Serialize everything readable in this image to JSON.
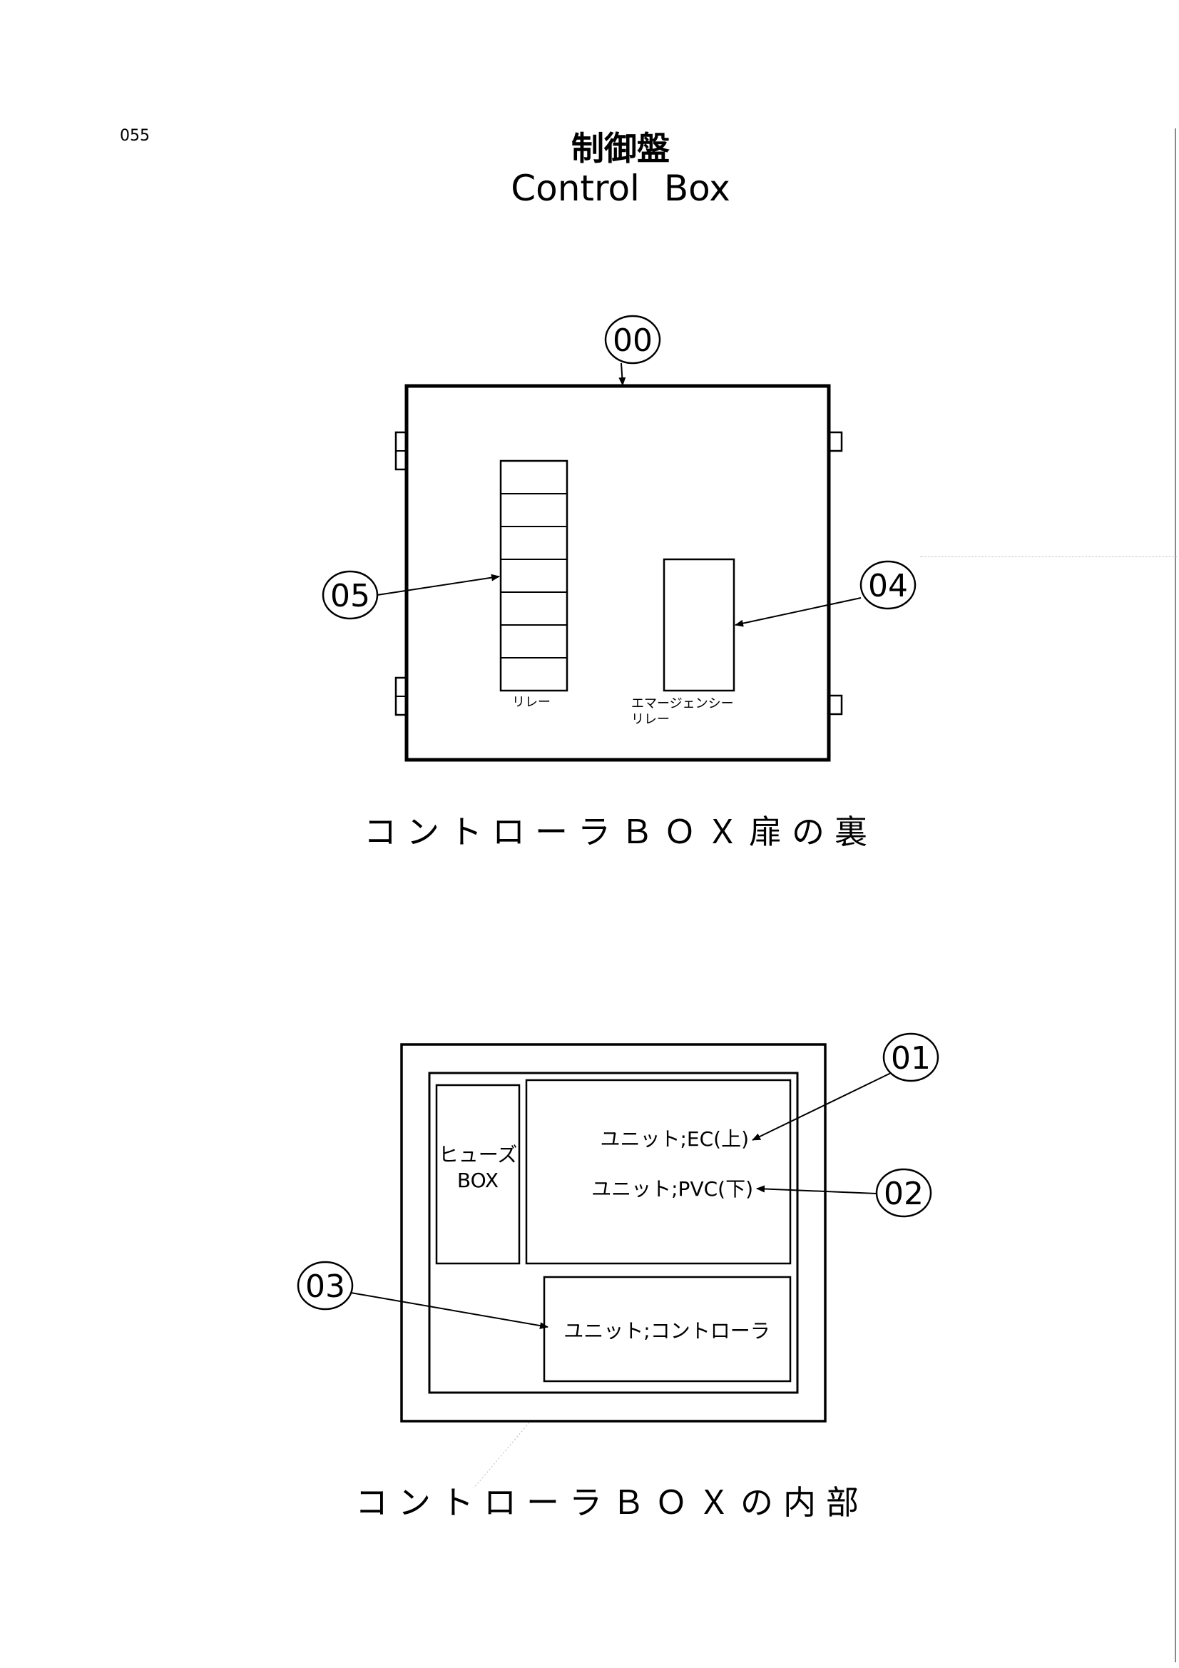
{
  "page": {
    "number": "055",
    "title_jp": "制御盤",
    "title_en": "Control Box"
  },
  "door_view": {
    "caption": "コントローラＢＯＸ扉の裏",
    "relay_label": "リレー",
    "emergency_label_line1": "エマージェンシー",
    "emergency_label_line2": "リレー",
    "callouts": {
      "c00": "00",
      "c04": "04",
      "c05": "05"
    }
  },
  "inside_view": {
    "caption": "コントローラＢＯＸの内部",
    "fuse_label_line1": "ヒューズ",
    "fuse_label_line2": "BOX",
    "ec_label": "ユニット;EC(上)",
    "pvc_label": "ユニット;PVC(下)",
    "controller_label": "ユニット;コントローラ",
    "callouts": {
      "c01": "01",
      "c02": "02",
      "c03": "03"
    }
  }
}
